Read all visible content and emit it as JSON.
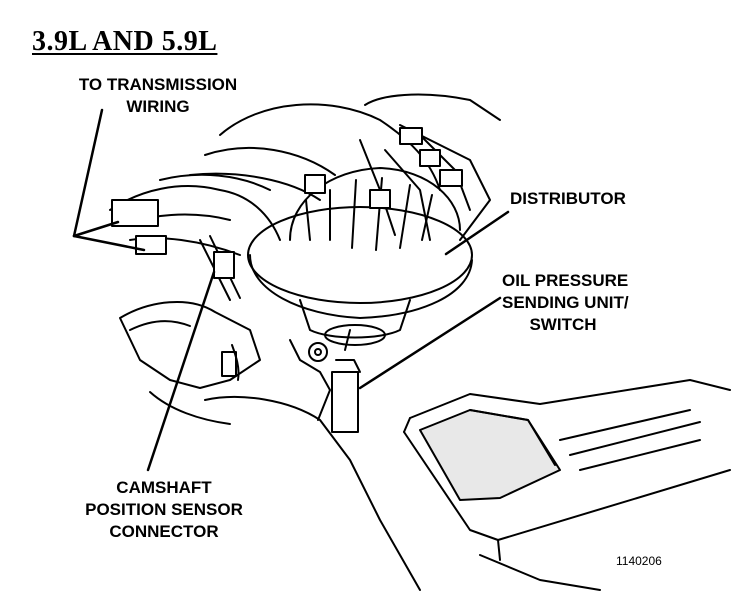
{
  "title": "3.9L AND 5.9L",
  "labels": {
    "transmission": [
      "TO TRANSMISSION",
      "WIRING"
    ],
    "distributor": [
      "DISTRIBUTOR"
    ],
    "oil_pressure": [
      "OIL PRESSURE",
      "SENDING UNIT/",
      "SWITCH"
    ],
    "camshaft": [
      "CAMSHAFT",
      "POSITION SENSOR",
      "CONNECTOR"
    ]
  },
  "figure_number": "1140206"
}
